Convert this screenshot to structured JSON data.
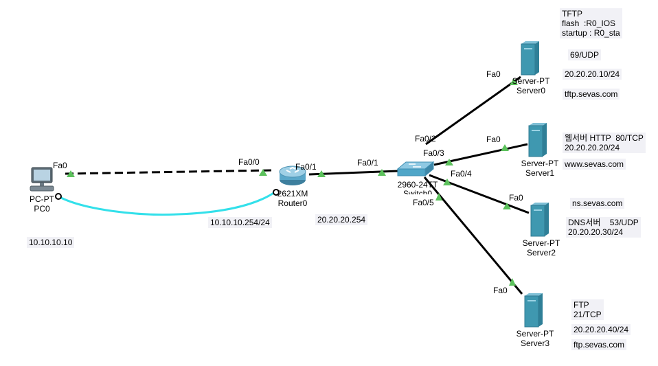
{
  "devices": {
    "pc0": {
      "model": "PC-PT",
      "name": "PC0"
    },
    "router0": {
      "model": "2621XM",
      "name": "Router0"
    },
    "switch0": {
      "model": "2960-24TT",
      "name": "Switch0"
    },
    "server0": {
      "model": "Server-PT",
      "name": "Server0"
    },
    "server1": {
      "model": "Server-PT",
      "name": "Server1"
    },
    "server2": {
      "model": "Server-PT",
      "name": "Server2"
    },
    "server3": {
      "model": "Server-PT",
      "name": "Server3"
    }
  },
  "ports": {
    "pc0_fa0": "Fa0",
    "router_fa00": "Fa0/0",
    "router_fa01": "Fa0/1",
    "switch_fa01": "Fa0/1",
    "switch_fa02": "Fa0/2",
    "switch_fa03": "Fa0/3",
    "switch_fa04": "Fa0/4",
    "switch_fa05": "Fa0/5",
    "server0_fa0": "Fa0",
    "server1_fa0": "Fa0",
    "server2_fa0": "Fa0",
    "server3_fa0": "Fa0"
  },
  "notes": {
    "pc_ip": "10.10.10.10",
    "router_fa00_ip": "10.10.10.254/24",
    "router_fa01_ip": "20.20.20.254",
    "tftp": "TFTP\nflash  :R0_IOS\nstartup : R0_sta",
    "tftp_port": "69/UDP",
    "server0_ip": "20.20.20.10/24",
    "server0_dns": "tftp.sevas.com",
    "http": "웹서버 HTTP  80/TCP\n20.20.20.20/24",
    "server1_dns": "www.sevas.com",
    "server2_dns": "ns.sevas.com",
    "dns": "DNS서버    53/UDP\n20.20.20.30/24",
    "ftp": "FTP\n21/TCP",
    "server3_ip": "20.20.20.40/24",
    "server3_dns": "ftp.sevas.com"
  },
  "colors": {
    "link": "#000000",
    "console": "#33e0ea",
    "port_up": "#5cc15c",
    "server": "#3f98b0",
    "switch": "#4fa6c8",
    "router": "#5aa7c9",
    "note_bg": "#f1f1f6"
  }
}
